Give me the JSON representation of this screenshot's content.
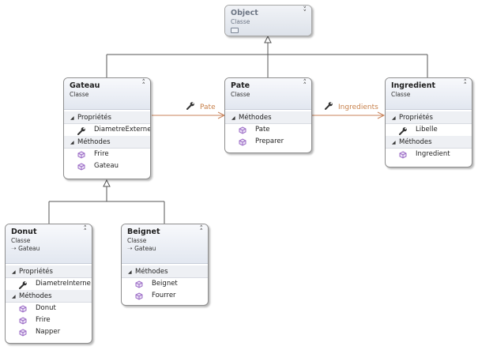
{
  "colors": {
    "inheritance_line": "#555555",
    "association_line": "#c8825a",
    "method_icon": "#9b6bc6",
    "property_icon": "#333333"
  },
  "classes": {
    "object": {
      "name": "Object",
      "stereotype": "Classe"
    },
    "gateau": {
      "name": "Gateau",
      "stereotype": "Classe",
      "sections": [
        {
          "title": "Propriétés",
          "members": [
            {
              "icon": "wrench-icon",
              "label": "DiametreExterne"
            }
          ]
        },
        {
          "title": "Méthodes",
          "members": [
            {
              "icon": "method-cube-icon",
              "label": "Frire"
            },
            {
              "icon": "method-cube-icon",
              "label": "Gateau"
            }
          ]
        }
      ]
    },
    "pate": {
      "name": "Pate",
      "stereotype": "Classe",
      "sections": [
        {
          "title": "Méthodes",
          "members": [
            {
              "icon": "method-cube-icon",
              "label": "Pate"
            },
            {
              "icon": "method-cube-icon",
              "label": "Preparer"
            }
          ]
        }
      ]
    },
    "ingredient": {
      "name": "Ingredient",
      "stereotype": "Classe",
      "sections": [
        {
          "title": "Propriétés",
          "members": [
            {
              "icon": "wrench-icon",
              "label": "Libelle"
            }
          ]
        },
        {
          "title": "Méthodes",
          "members": [
            {
              "icon": "method-cube-icon",
              "label": "Ingredient"
            }
          ]
        }
      ]
    },
    "donut": {
      "name": "Donut",
      "stereotype": "Classe",
      "parent": "Gateau",
      "sections": [
        {
          "title": "Propriétés",
          "members": [
            {
              "icon": "wrench-icon",
              "label": "DiametreInterne"
            }
          ]
        },
        {
          "title": "Méthodes",
          "members": [
            {
              "icon": "method-cube-icon",
              "label": "Donut"
            },
            {
              "icon": "method-cube-icon",
              "label": "Frire"
            },
            {
              "icon": "method-cube-icon",
              "label": "Napper"
            }
          ]
        }
      ]
    },
    "beignet": {
      "name": "Beignet",
      "stereotype": "Classe",
      "parent": "Gateau",
      "sections": [
        {
          "title": "Méthodes",
          "members": [
            {
              "icon": "method-cube-icon",
              "label": "Beignet"
            },
            {
              "icon": "method-cube-icon",
              "label": "Fourrer"
            }
          ]
        }
      ]
    }
  },
  "associations": {
    "gateau_pate": {
      "label": "Pate",
      "icon": "wrench-icon"
    },
    "pate_ingredient": {
      "label": "Ingredients",
      "icon": "wrench-icon"
    }
  }
}
